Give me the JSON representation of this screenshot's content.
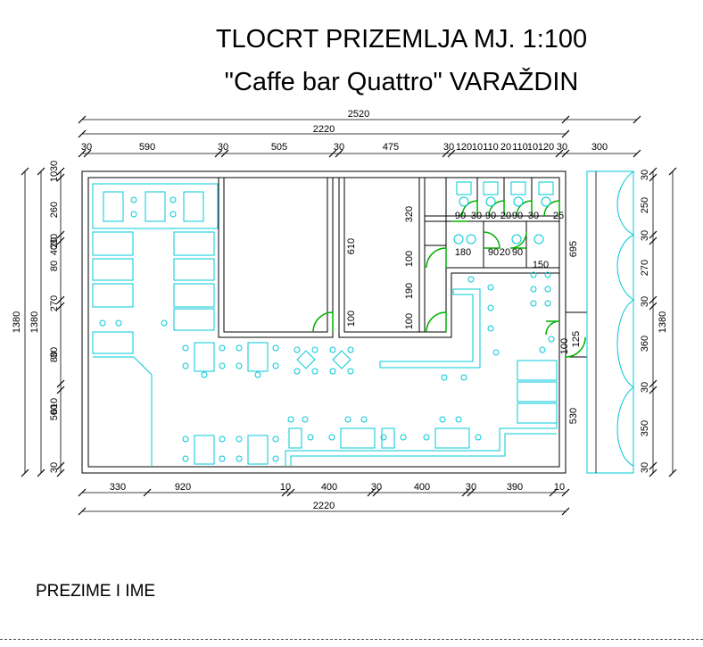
{
  "title_line1": "TLOCRT PRIZEMLJA MJ. 1:100",
  "title_line2": "\"Caffe bar Quattro\" VARAŽDIN",
  "footer_label": "PREZIME I IME",
  "colors": {
    "wall": "#000000",
    "furniture": "#00c8d8",
    "door": "#00b000",
    "background": "#ffffff"
  },
  "dims": {
    "top_total": "2520",
    "top_inner": "2220",
    "top_segments": [
      "30",
      "590",
      "30",
      "505",
      "30",
      "475",
      "30",
      "120",
      "10",
      "110",
      "20",
      "110",
      "10",
      "120",
      "30",
      "300"
    ],
    "bottom_segments": [
      "330",
      "920",
      "10",
      "400",
      "30",
      "400",
      "30",
      "390",
      "10"
    ],
    "bottom_total": "2220",
    "left_total": "1380",
    "left_inner": "1380",
    "left_segments": [
      "30",
      "10",
      "260",
      "30",
      "20",
      "40",
      "80",
      "270",
      "30",
      "80",
      "610",
      "500",
      "30"
    ],
    "right_segments": [
      "30",
      "250",
      "30",
      "270",
      "30",
      "360",
      "30",
      "350",
      "30"
    ],
    "right_total": "1380",
    "inner_labels": [
      "610",
      "100",
      "320",
      "100",
      "190",
      "100",
      "180",
      "90",
      "20",
      "90",
      "150",
      "695",
      "530",
      "90",
      "30",
      "90",
      "20",
      "90",
      "30",
      "25",
      "100",
      "125"
    ]
  }
}
